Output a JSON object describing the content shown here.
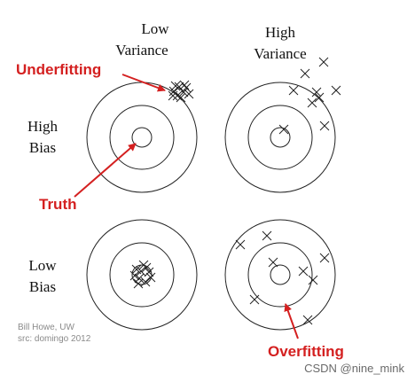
{
  "labels": {
    "low_variance": [
      "Low",
      "Variance"
    ],
    "high_variance": [
      "High",
      "Variance"
    ],
    "high_bias": [
      "High",
      "Bias"
    ],
    "low_bias": [
      "Low",
      "Bias"
    ]
  },
  "annotations": {
    "underfitting": "Underfitting",
    "truth": "Truth",
    "overfitting": "Overfitting"
  },
  "credit": {
    "line1": "Bill Howe, UW",
    "line2": "src: domingo 2012"
  },
  "watermark": "CSDN @nine_mink",
  "colors": {
    "annotation": "#d42020",
    "ink": "#222222"
  },
  "targets": [
    {
      "id": "low-variance-high-bias",
      "marker": "x",
      "points": []
    },
    {
      "id": "high-variance-high-bias",
      "marker": "x",
      "points": []
    },
    {
      "id": "low-variance-low-bias",
      "marker": "x",
      "points": []
    },
    {
      "id": "high-variance-low-bias",
      "marker": "x",
      "points": []
    }
  ]
}
